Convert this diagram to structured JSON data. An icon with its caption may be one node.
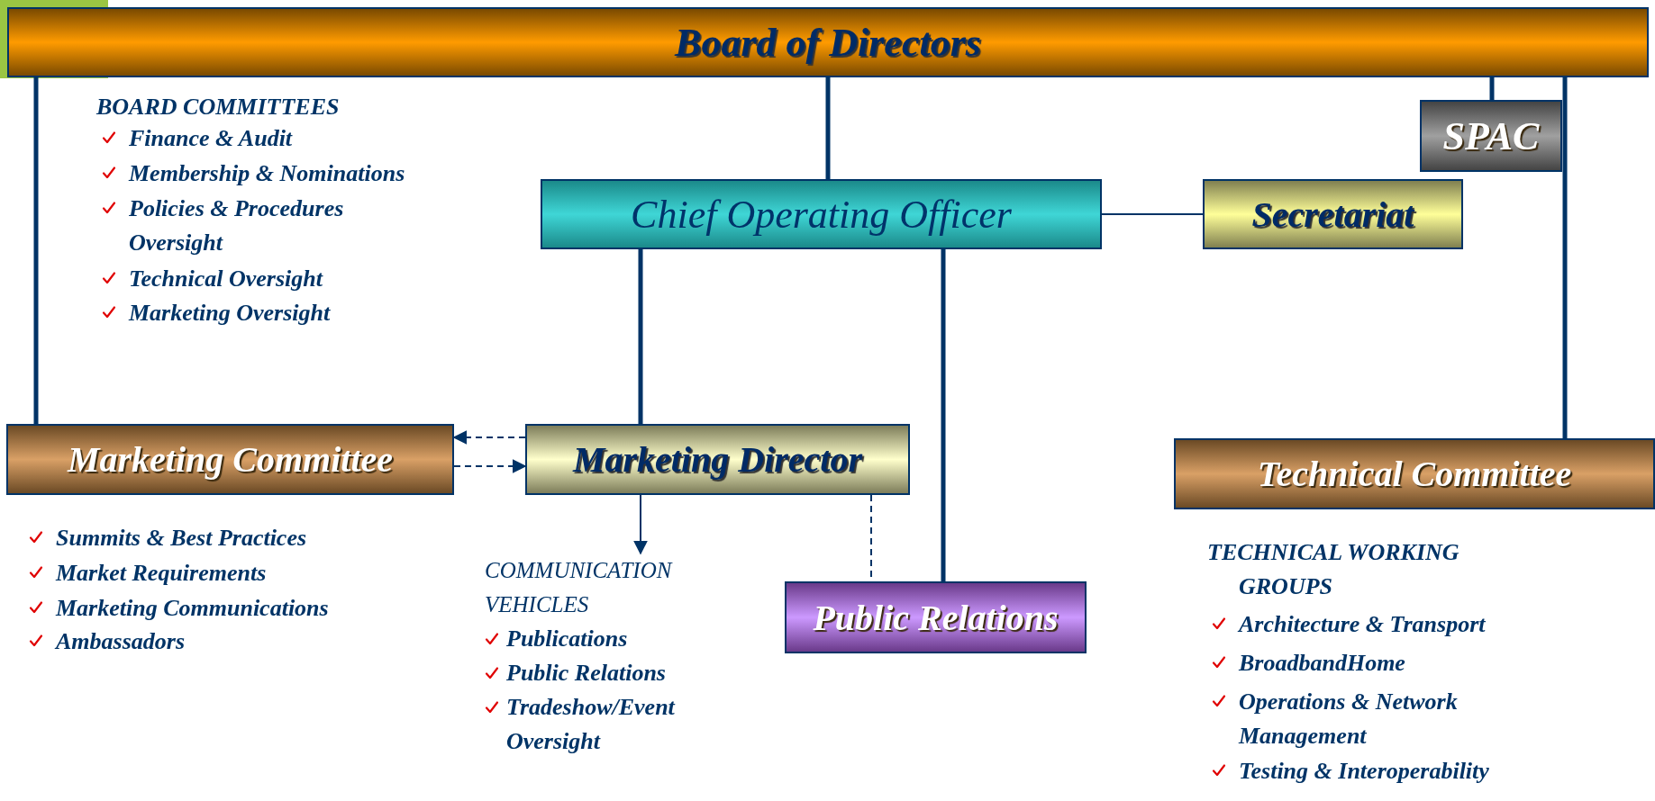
{
  "diagram": {
    "nodes": [
      {
        "text": [
          "Board of Directors"
        ]
      },
      {
        "text": [
          "SPAC"
        ]
      },
      {
        "text": [
          "Chief Operating Officer"
        ]
      },
      {
        "text": [
          "Secretariat"
        ]
      },
      {
        "text": [
          "Marketing Committee"
        ]
      },
      {
        "text": [
          "Marketing Director"
        ]
      },
      {
        "text": [
          "Public Relations"
        ]
      },
      {
        "text": [
          "Technical Committee"
        ]
      },
      {
        "text": [
          "COMMUNICATION VEHICLES",
          "Publications",
          "Public Relations",
          "Tradeshow/Event Oversight"
        ]
      }
    ],
    "edges": [
      {
        "from": 0,
        "to": 2,
        "arrow": "none"
      },
      {
        "from": 0,
        "to": 4,
        "arrow": "none"
      },
      {
        "from": 0,
        "to": 1,
        "arrow": "none"
      },
      {
        "from": 0,
        "to": 7,
        "arrow": "none"
      },
      {
        "from": 2,
        "to": 3,
        "arrow": "none"
      },
      {
        "from": 2,
        "to": 5,
        "arrow": "none"
      },
      {
        "from": 2,
        "to": 6,
        "arrow": "none"
      },
      {
        "from": 5,
        "to": 4,
        "arrow": "to",
        "style": "dashed"
      },
      {
        "from": 4,
        "to": 5,
        "arrow": "to",
        "style": "dashed"
      },
      {
        "from": 5,
        "to": 6,
        "arrow": "none",
        "style": "dashed"
      },
      {
        "from": 5,
        "to": 8,
        "arrow": "to"
      }
    ],
    "labels": [
      "BOARD COMMITTEES",
      "Finance & Audit",
      "Membership & Nominations",
      "Policies & Procedures Oversight",
      "Technical Oversight",
      "Marketing Oversight",
      "Summits & Best Practices",
      "Market Requirements",
      "Marketing Communications",
      "Ambassadors",
      "TECHNICAL WORKING GROUPS",
      "Architecture & Transport",
      "BroadbandHome",
      "Operations & Network Management",
      "Testing & Interoperability"
    ]
  }
}
